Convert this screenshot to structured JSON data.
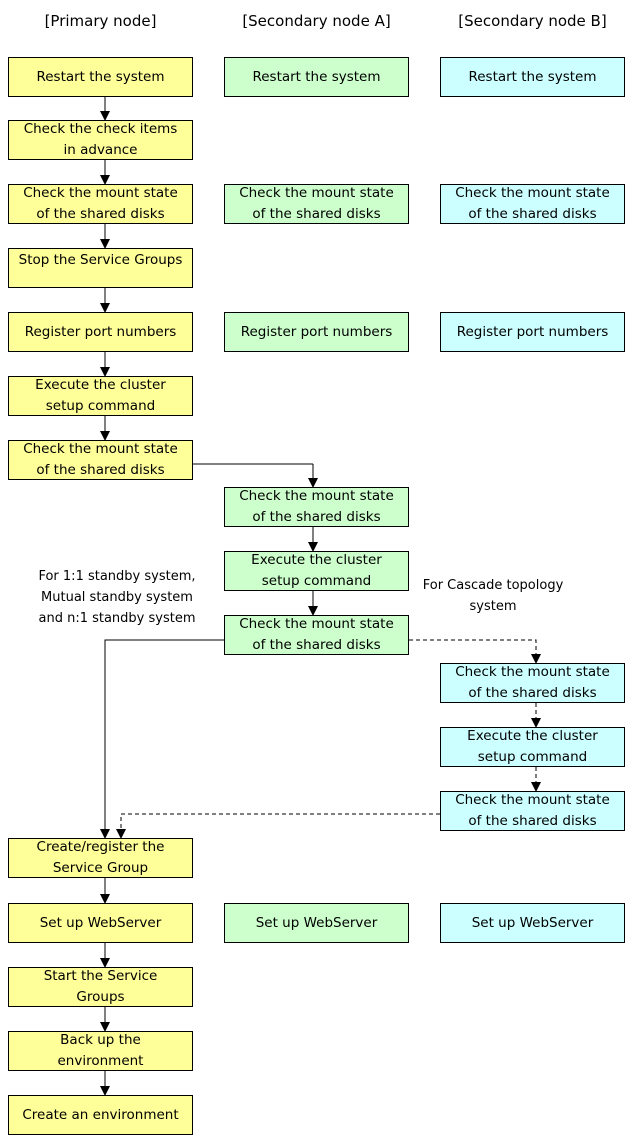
{
  "headers": {
    "primary": "[Primary node]",
    "secondary_a": "[Secondary node A]",
    "secondary_b": "[Secondary node B]"
  },
  "primary_steps": [
    "Restart the system",
    "Check the check items\nin advance",
    "Check the mount state\nof the shared disks",
    "Stop the Service Groups",
    "Register port numbers",
    "Execute the cluster\nsetup command",
    "Check the mount state\nof the shared disks",
    "Create/register the\nService Group",
    "Set up WebServer",
    "Start the Service\nGroups",
    "Back up the\nenvironment",
    "Create an environment"
  ],
  "secondary_a_steps": [
    "Restart the system",
    "Check the mount state\nof the shared disks",
    "Register port numbers",
    "Check the mount state\nof the shared disks",
    "Execute the cluster\nsetup command",
    "Check the mount state\nof the shared disks",
    "Set up WebServer"
  ],
  "secondary_b_steps": [
    "Restart the system",
    "Check the mount state\nof the shared disks",
    "Register port numbers",
    "Check the mount state\nof the shared disks",
    "Execute the cluster\nsetup command",
    "Check the mount state\nof the shared disks",
    "Set up WebServer"
  ],
  "notes": {
    "standby": "For 1:1 standby system,\nMutual standby system\nand n:1 standby system",
    "cascade": "For Cascade topology\nsystem"
  },
  "colors": {
    "primary": "#ffff99",
    "secondary_a": "#ccffcc",
    "secondary_b": "#ccffff"
  }
}
